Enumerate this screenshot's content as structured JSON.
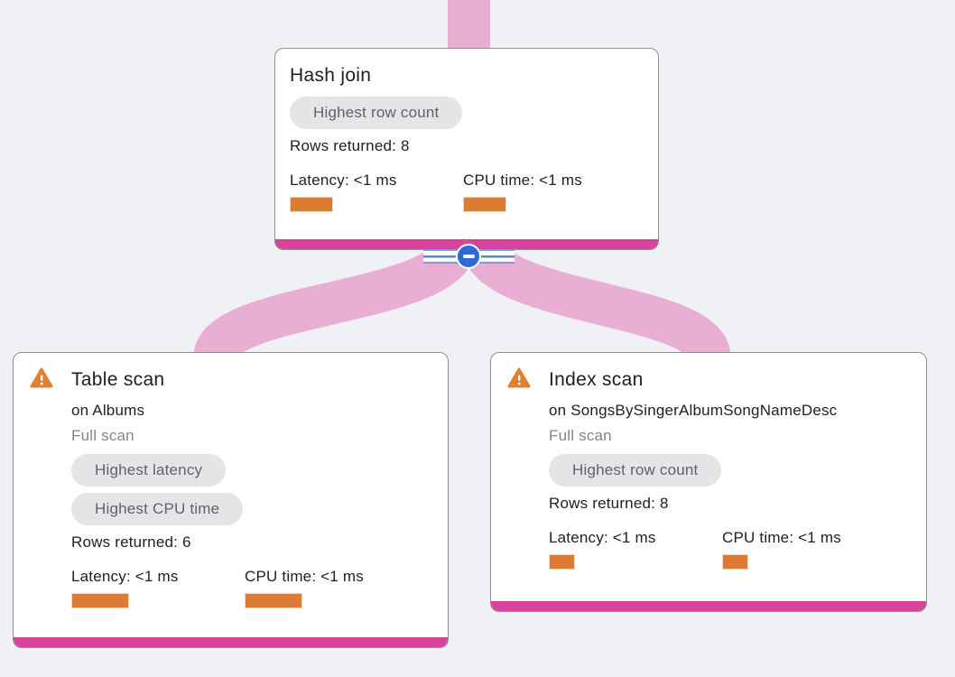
{
  "background_color": "#eff1f4",
  "colors": {
    "edge_pink": "#e9aed3",
    "footer_pink": "#d8449c",
    "bar_orange": "#dd7b33",
    "warning_orange": "#de8232",
    "collapse_blue": "#2d6cd6",
    "badge_bg": "#e5e5e8",
    "badge_text": "#5f6368",
    "muted_text": "#80868b"
  },
  "collapse_button": {
    "icon": "minus-icon"
  },
  "nodes": {
    "hash_join": {
      "title": "Hash join",
      "badges": [
        "Highest row count"
      ],
      "rows_returned": "Rows returned: 8",
      "latency_label": "Latency: <1 ms",
      "latency_bar": "width:46px",
      "cpu_label": "CPU time: <1 ms",
      "cpu_bar": "width:46px"
    },
    "table_scan": {
      "title": "Table scan",
      "subtitle": "on Albums",
      "scan_type": "Full scan",
      "badges": [
        "Highest latency",
        "Highest CPU time"
      ],
      "rows_returned": "Rows returned: 6",
      "latency_label": "Latency: <1 ms",
      "latency_bar": "width:62px",
      "cpu_label": "CPU time: <1 ms",
      "cpu_bar": "width:62px"
    },
    "index_scan": {
      "title": "Index scan",
      "subtitle": "on SongsBySingerAlbumSongNameDesc",
      "scan_type": "Full scan",
      "badges": [
        "Highest row count"
      ],
      "rows_returned": "Rows returned: 8",
      "latency_label": "Latency: <1 ms",
      "latency_bar": "width:27px",
      "cpu_label": "CPU time: <1 ms",
      "cpu_bar": "width:27px"
    }
  }
}
